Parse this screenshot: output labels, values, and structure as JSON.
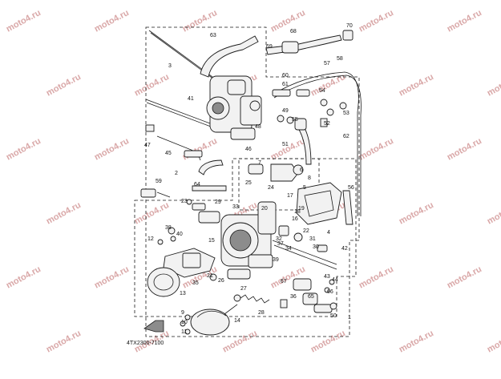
{
  "diagram": {
    "code": "4TX2300-7100",
    "watermark": "moto4.ru",
    "callouts": [
      "1",
      "2",
      "3",
      "4",
      "5",
      "6",
      "7",
      "8",
      "9",
      "10",
      "11",
      "12",
      "13",
      "14",
      "15",
      "16",
      "17",
      "18",
      "19",
      "20",
      "21",
      "22",
      "23",
      "24",
      "25",
      "26",
      "27",
      "28",
      "29",
      "30",
      "31",
      "32",
      "33",
      "34",
      "35",
      "36",
      "37",
      "38",
      "39",
      "40",
      "41",
      "42",
      "43",
      "44",
      "45",
      "46",
      "47",
      "48",
      "49",
      "50",
      "51",
      "52",
      "53",
      "54",
      "55",
      "56",
      "57",
      "58",
      "59",
      "60",
      "61",
      "62",
      "63",
      "64",
      "65",
      "66",
      "67",
      "68",
      "69",
      "70"
    ]
  }
}
